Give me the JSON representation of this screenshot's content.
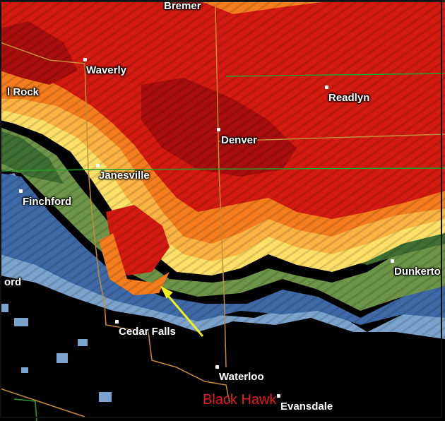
{
  "map": {
    "towns": [
      {
        "id": "bremer",
        "name": "Bremer"
      },
      {
        "id": "waverly",
        "name": "Waverly"
      },
      {
        "id": "rock",
        "name": "l Rock"
      },
      {
        "id": "readlyn",
        "name": "Readlyn"
      },
      {
        "id": "denver",
        "name": "Denver"
      },
      {
        "id": "janesville",
        "name": "Janesville"
      },
      {
        "id": "finchford",
        "name": "Finchford"
      },
      {
        "id": "dunkerton",
        "name": "Dunkerto"
      },
      {
        "id": "ford",
        "name": "ord"
      },
      {
        "id": "cedarfalls",
        "name": "Cedar Falls"
      },
      {
        "id": "waterloo",
        "name": "Waterloo"
      },
      {
        "id": "evansdale",
        "name": "Evansdale"
      }
    ],
    "county_label": "Black Hawk",
    "colors": {
      "red": "#d41a10",
      "dark_red": "#a80e0b",
      "orange": "#f57d1d",
      "yellow_orange": "#fbb341",
      "yellow": "#fde067",
      "green": "#6d9448",
      "dark_green": "#3d6e32",
      "blue": "#3e69a6",
      "light_blue": "#7ca3cd",
      "county_line": "#c58a3c",
      "boundary_green": "#27a02b",
      "arrow": "#f2f21a"
    }
  }
}
